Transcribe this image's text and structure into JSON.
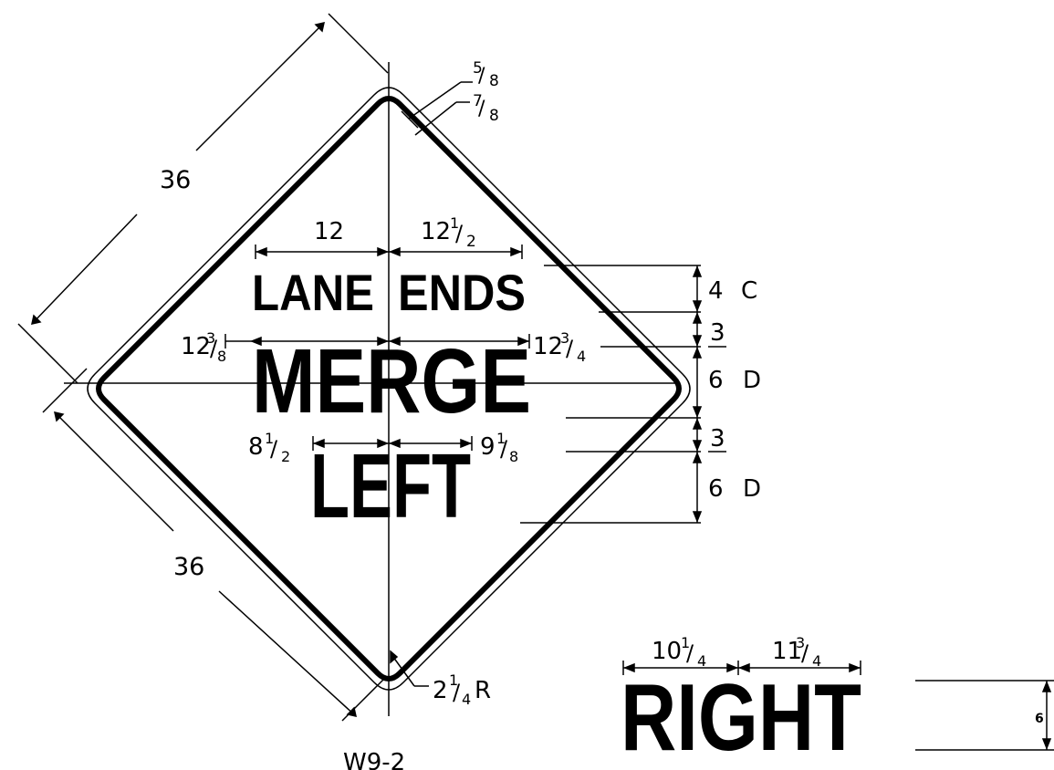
{
  "sign": {
    "code": "W9-2",
    "line1_word1": "LANE",
    "line1_word2": "ENDS",
    "line2": "MERGE",
    "line3": "LEFT",
    "alternate_word": "RIGHT"
  },
  "dims": {
    "side_upper": "36",
    "side_lower": "36",
    "border_outer_num": "5",
    "border_outer_den": "8",
    "border_inner_num": "7",
    "border_inner_den": "8",
    "lane_left": "12",
    "ends_right_whole": "12",
    "ends_right_num": "1",
    "ends_right_den": "2",
    "merge_left_whole": "12",
    "merge_left_num": "3",
    "merge_left_den": "8",
    "merge_right_whole": "12",
    "merge_right_num": "3",
    "merge_right_den": "4",
    "left_left_whole": "8",
    "left_left_num": "1",
    "left_left_den": "2",
    "left_right_whole": "9",
    "left_right_num": "1",
    "left_right_den": "8",
    "radius_whole": "2",
    "radius_num": "1",
    "radius_den": "4",
    "radius_suffix": "R",
    "right_left_whole": "10",
    "right_left_num": "1",
    "right_left_den": "4",
    "right_right_whole": "11",
    "right_right_num": "3",
    "right_right_den": "4",
    "right_height": "6"
  },
  "vertical_stack": [
    {
      "value": "4",
      "series": "C"
    },
    {
      "value": "3",
      "series": ""
    },
    {
      "value": "6",
      "series": "D"
    },
    {
      "value": "3",
      "series": ""
    },
    {
      "value": "6",
      "series": "D"
    }
  ]
}
